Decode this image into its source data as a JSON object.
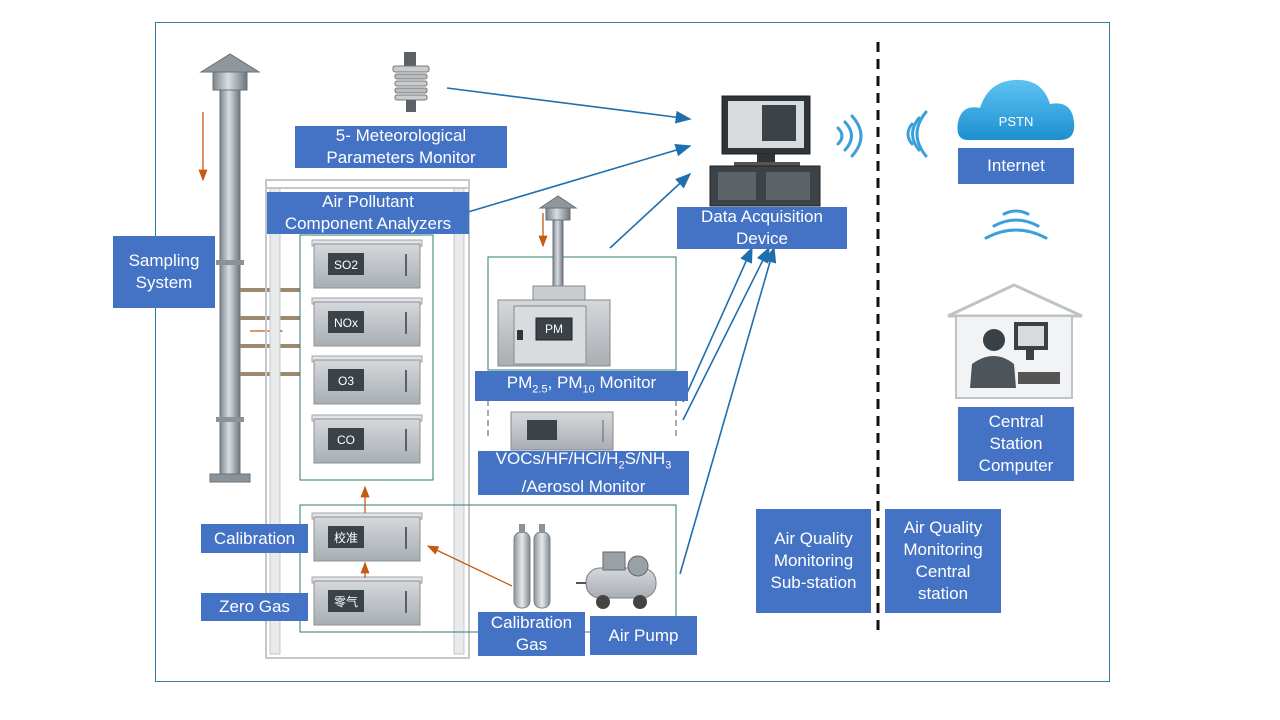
{
  "labels": {
    "meteo": [
      "5- Meteorological",
      "Parameters Monitor"
    ],
    "analyzers": [
      "Air Pollutant",
      "Component Analyzers"
    ],
    "sampling": [
      "Sampling",
      "System"
    ],
    "pm_monitor": {
      "pre": "PM",
      "sub1": "2.5",
      "mid": ", PM",
      "sub2": "10",
      "post": " Monitor"
    },
    "vocs": {
      "l1a": "VOCs/HF/HCl/H",
      "sub1": "2",
      "l1b": "S/NH",
      "sub2": "3",
      "l2": "/Aerosol Monitor"
    },
    "calibration": "Calibration",
    "zero_gas": "Zero Gas",
    "calibration_gas": [
      "Calibration",
      "Gas"
    ],
    "air_pump": "Air Pump",
    "data_acq": [
      "Data Acquisition",
      "Device"
    ],
    "internet": "Internet",
    "central_computer": [
      "Central",
      "Station",
      "Computer"
    ],
    "sub_station": [
      "Air Quality",
      "Monitoring",
      "Sub-station"
    ],
    "central_station": [
      "Air Quality",
      "Monitoring",
      "Central",
      "station"
    ]
  },
  "analyzer_units": [
    "SO2",
    "NOx",
    "O3",
    "CO"
  ],
  "calib_units": [
    "校准",
    "零气"
  ],
  "pm_unit": "PM",
  "cloud_text": "PSTN",
  "colors": {
    "label_bg": "#4472c4",
    "frame": "#2b7da8",
    "arrow_blue": "#1f6fae",
    "arrow_orange": "#c55a11",
    "wireless": "#3aa0dc",
    "box_green": "#2e7d6d"
  }
}
